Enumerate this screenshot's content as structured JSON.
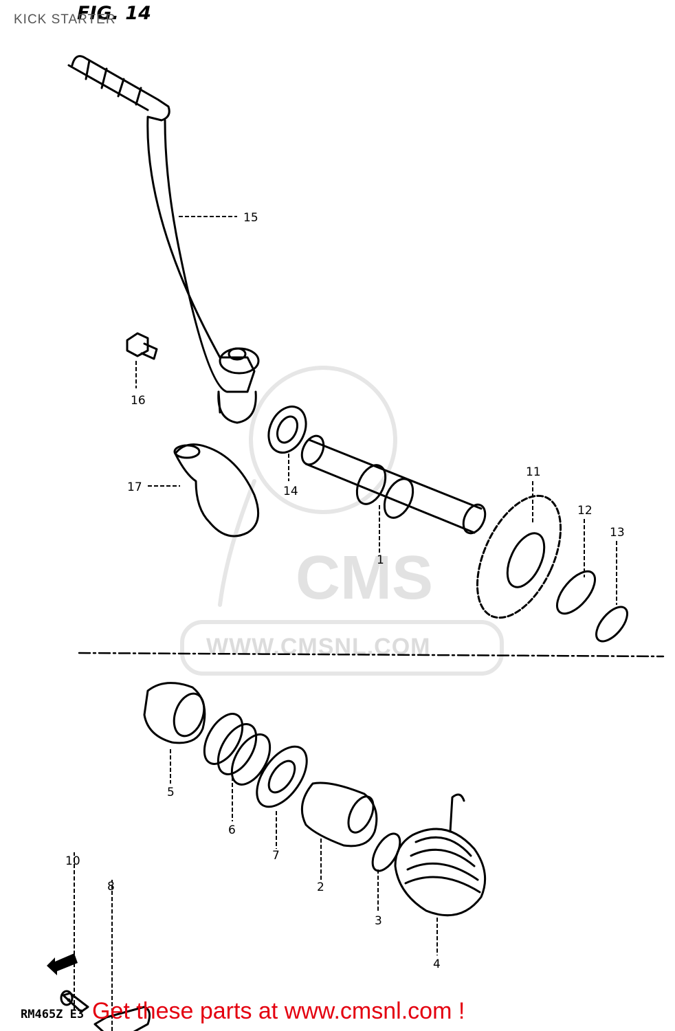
{
  "header": {
    "title": "KICK STARTER",
    "figure_label": "FIG. 14"
  },
  "watermark": {
    "brand": "CMS",
    "url": "WWW.CMSNL.COM"
  },
  "callouts": [
    {
      "number": "15",
      "part": "kick-starter-lever"
    },
    {
      "number": "16",
      "part": "lever-bolt"
    },
    {
      "number": "17",
      "part": "lever-boot"
    },
    {
      "number": "14",
      "part": "oil-seal"
    },
    {
      "number": "1",
      "part": "kick-starter-shaft"
    },
    {
      "number": "11",
      "part": "kick-starter-gear"
    },
    {
      "number": "12",
      "part": "washer"
    },
    {
      "number": "13",
      "part": "circlip"
    },
    {
      "number": "5",
      "part": "kick-starter-guide"
    },
    {
      "number": "6",
      "part": "spring"
    },
    {
      "number": "7",
      "part": "washer"
    },
    {
      "number": "2",
      "part": "drive-gear"
    },
    {
      "number": "3",
      "part": "circlip"
    },
    {
      "number": "4",
      "part": "return-spring"
    },
    {
      "number": "10",
      "part": "screw"
    },
    {
      "number": "8",
      "part": "stopper-plate"
    }
  ],
  "footer": {
    "model_code": "RM465Z E3",
    "promo_text": "Get these parts at www.cmsnl.com !"
  },
  "colors": {
    "promo": "#e4000f",
    "line_art": "#000000",
    "watermark": "#dddddd"
  }
}
